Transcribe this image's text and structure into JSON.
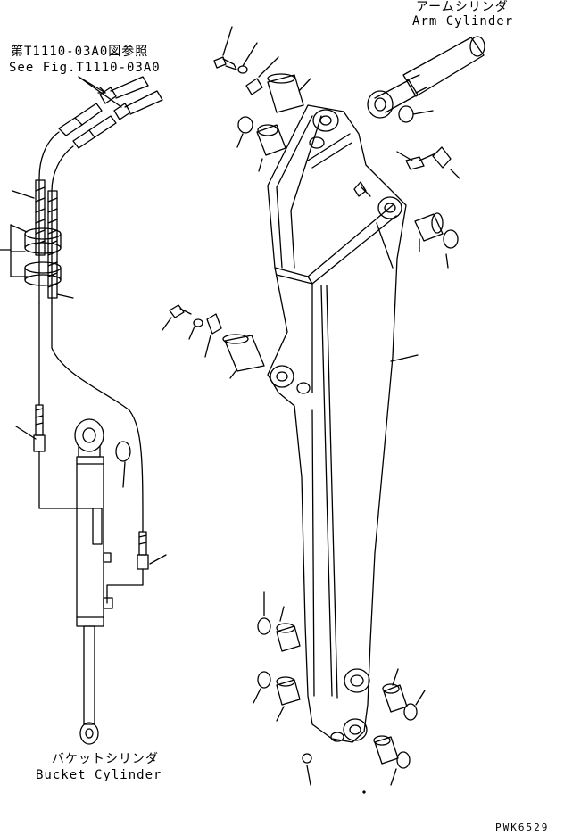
{
  "labels": {
    "reference_jp": "第T1110-03A0図参照",
    "reference_en": "See Fig.T1110-03A0",
    "arm_cylinder_jp": "アームシリンダ",
    "arm_cylinder_en": "Arm Cylinder",
    "bucket_cylinder_jp": "バケットシリンダ",
    "bucket_cylinder_en": "Bucket Cylinder",
    "drawing_code": "PWK6529"
  }
}
